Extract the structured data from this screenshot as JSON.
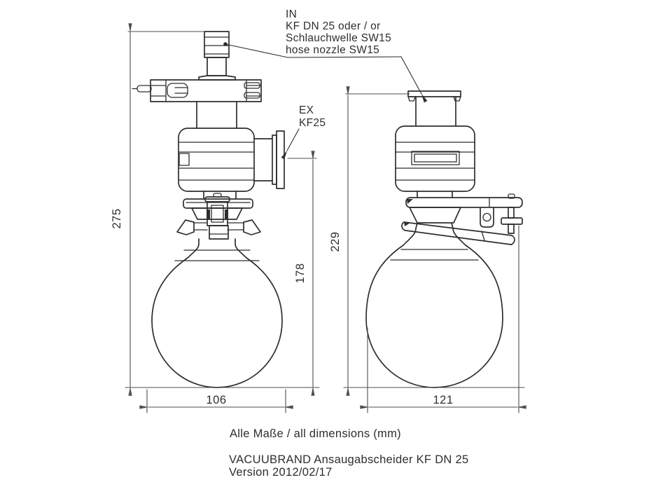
{
  "annotations": {
    "inlet": {
      "line1": "IN",
      "line2": "KF DN 25 oder / or",
      "line3": "Schlauchwelle SW15",
      "line4": "hose nozzle SW15"
    },
    "outlet": {
      "line1": "EX",
      "line2": "KF25"
    }
  },
  "dimensions": {
    "front_total_height_mm": "275",
    "front_outlet_axis_height_mm": "178",
    "front_flask_width_mm": "106",
    "side_total_height_mm": "229",
    "side_overall_width_mm": "121"
  },
  "footer": {
    "units_note": "Alle Maße / all dimensions (mm)",
    "product": "VACUUBRAND Ansaugabscheider KF DN 25",
    "version": "Version 2012/02/17"
  },
  "colors": {
    "background": "#ffffff",
    "drawing_line": "#2e2e2e",
    "dimension_line": "#4f4f4f"
  }
}
